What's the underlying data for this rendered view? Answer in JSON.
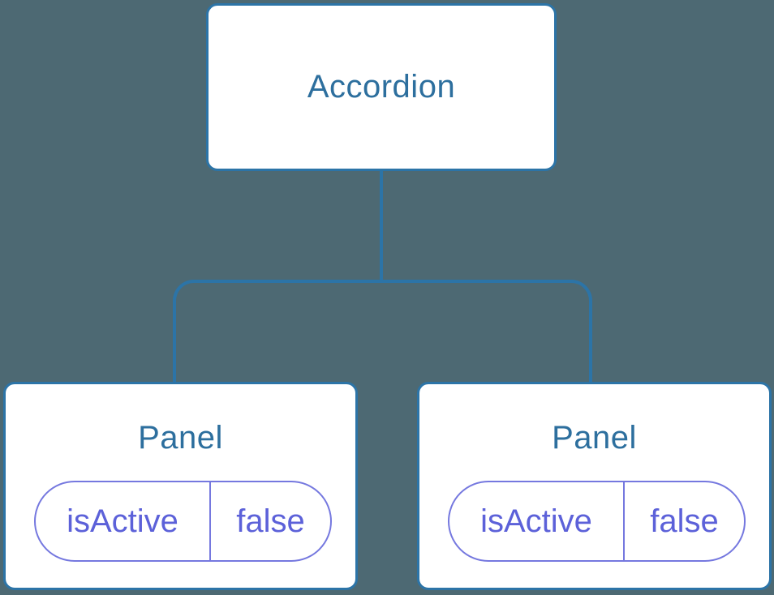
{
  "diagram": {
    "description": "component-tree",
    "root": {
      "label": "Accordion"
    },
    "children": [
      {
        "title": "Panel",
        "state": {
          "key": "isActive",
          "value": "false"
        }
      },
      {
        "title": "Panel",
        "state": {
          "key": "isActive",
          "value": "false"
        }
      }
    ]
  },
  "colors": {
    "background": "#4D6973",
    "connector": "#2C74A7",
    "node_fill": "#FFFFFF",
    "node_text": "#2D6F9E",
    "pill_border": "#7578DF",
    "pill_text": "#5C61D9"
  }
}
